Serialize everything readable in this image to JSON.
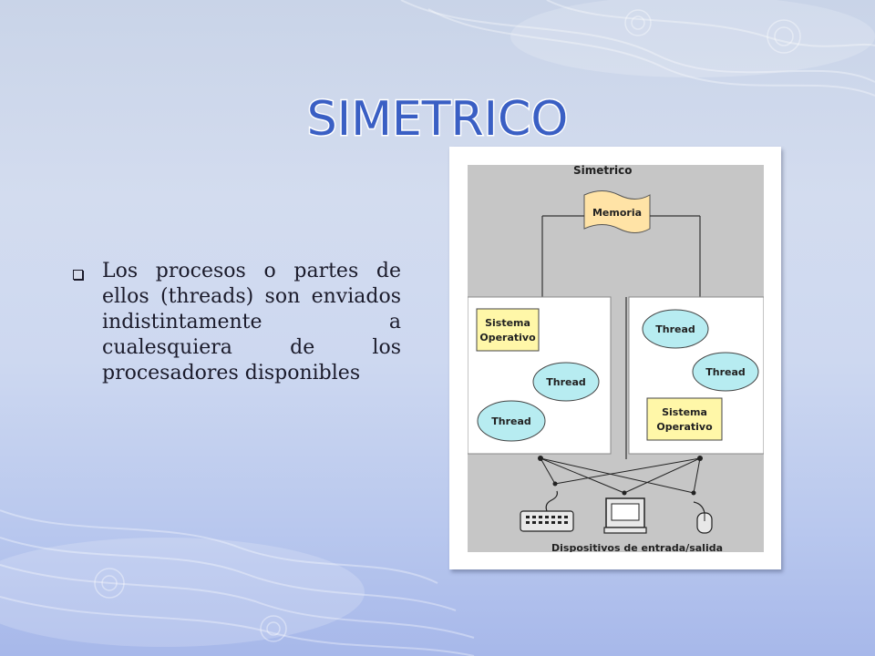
{
  "slide": {
    "title": "SIMETRICO",
    "bullet_text": "Los procesos o partes de ellos (threads) son enviados indistintamente a cualesquiera de los procesadores disponibles"
  },
  "diagram": {
    "heading": "Simetrico",
    "memory_label": "Memoria",
    "left_processor": {
      "os_line1": "Sistema",
      "os_line2": "Operativo",
      "thread_a": "Thread",
      "thread_b": "Thread"
    },
    "right_processor": {
      "thread_a": "Thread",
      "thread_b": "Thread",
      "os_line1": "Sistema",
      "os_line2": "Operativo"
    },
    "devices_label": "Dispositivos de entrada/salida",
    "device_icons": [
      "keyboard-icon",
      "monitor-icon",
      "mouse-icon"
    ]
  },
  "colors": {
    "title_fill": "#3a5fc4",
    "title_outline": "#ffffff",
    "diagram_bg": "#c6c6c6",
    "os_box": "#fff7a8",
    "thread_oval": "#b7ecf1",
    "memory_fill": "#ffe3a6"
  }
}
